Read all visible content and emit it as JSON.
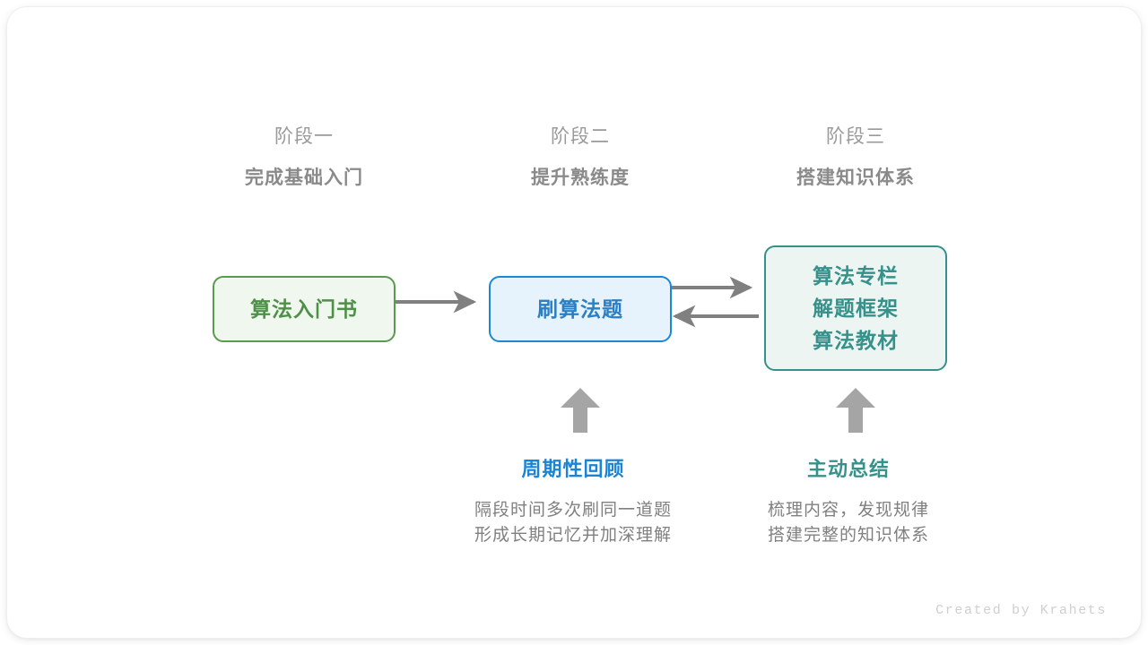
{
  "stages": [
    {
      "kicker": "阶段一",
      "title": "完成基础入门"
    },
    {
      "kicker": "阶段二",
      "title": "提升熟练度"
    },
    {
      "kicker": "阶段三",
      "title": "搭建知识体系"
    }
  ],
  "nodes": {
    "book": {
      "label": "算法入门书",
      "border_color": "#5a9a4e",
      "fill_color": "#f0f7ee",
      "text_color": "#4f9048"
    },
    "practice": {
      "label": "刷算法题",
      "border_color": "#1b87d6",
      "fill_color": "#e7f3fc",
      "text_color": "#2b7fc4"
    },
    "resources": {
      "lines": [
        "算法专栏",
        "解题框架",
        "算法教材"
      ],
      "border_color": "#37908a",
      "fill_color": "#edf5f3",
      "text_color": "#36918b"
    }
  },
  "edges": {
    "color": "#808080",
    "book_to_practice": "arrow-right",
    "practice_to_resources": "arrow-right",
    "resources_to_practice": "arrow-left",
    "review_up": "block-arrow-up",
    "summary_up": "block-arrow-up"
  },
  "callouts": [
    {
      "id": "review",
      "title": "周期性回顾",
      "color": "#1b84d4",
      "body_lines": [
        "隔段时间多次刷同一道题",
        "形成长期记忆并加深理解"
      ]
    },
    {
      "id": "summary",
      "title": "主动总结",
      "color": "#36918b",
      "body_lines": [
        "梳理内容，发现规律",
        "搭建完整的知识体系"
      ]
    }
  ],
  "credit": "Created by Krahets"
}
